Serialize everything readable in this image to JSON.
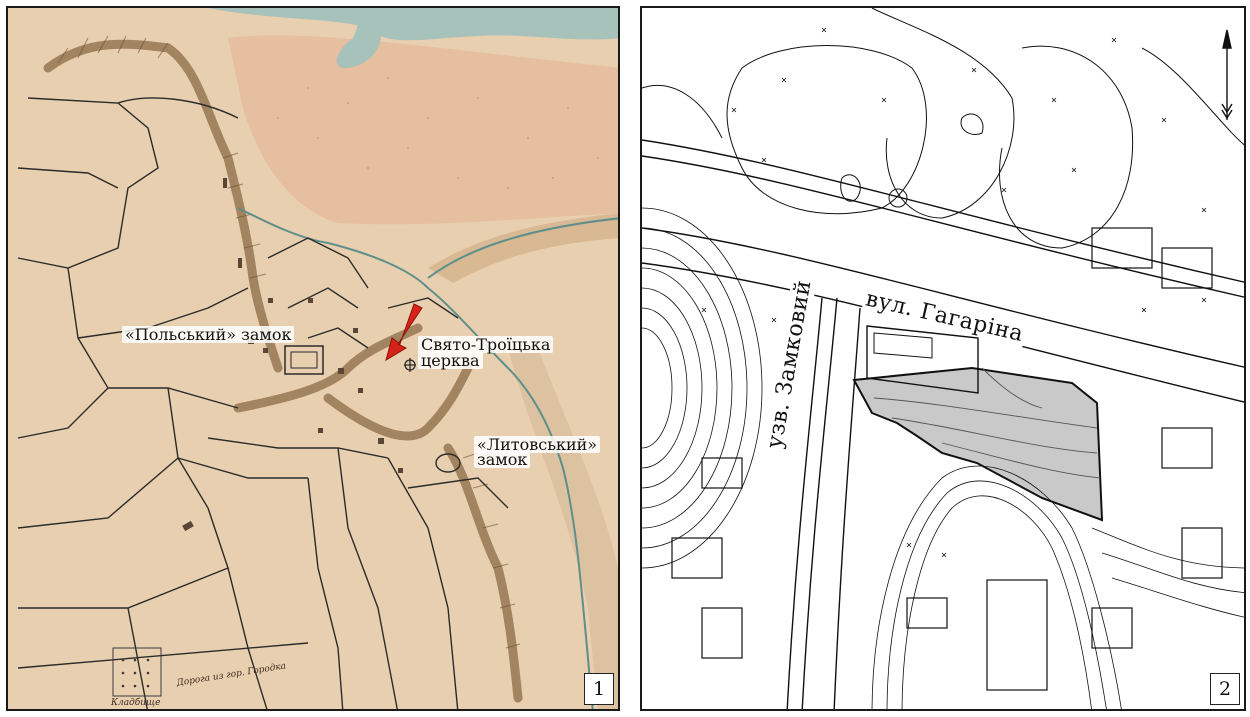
{
  "panel1": {
    "labels": {
      "polish_castle": "«Польський» замок",
      "church_line1": "Свято-Троїцька",
      "church_line2": "церква",
      "lithuanian_line1": "«Литовський»",
      "lithuanian_line2": "замок"
    },
    "handwritten": {
      "road": "Дорога из гор. Городка",
      "cemetery": "Кладбище"
    },
    "number": "1",
    "colors": {
      "paper": "#e9cfae",
      "river": "#5f8f8a",
      "slope": "#9a7a57",
      "arrow": "#d62318",
      "sand": "#e6c1a1"
    }
  },
  "panel2": {
    "streets": {
      "gagarina": "вул. Гагаріна",
      "zamkovyi": "узв. Замковий"
    },
    "number": "2",
    "north_arrow": "north-arrow-icon",
    "colors": {
      "highlight": "#c9c9c9",
      "lines": "#111111"
    }
  }
}
